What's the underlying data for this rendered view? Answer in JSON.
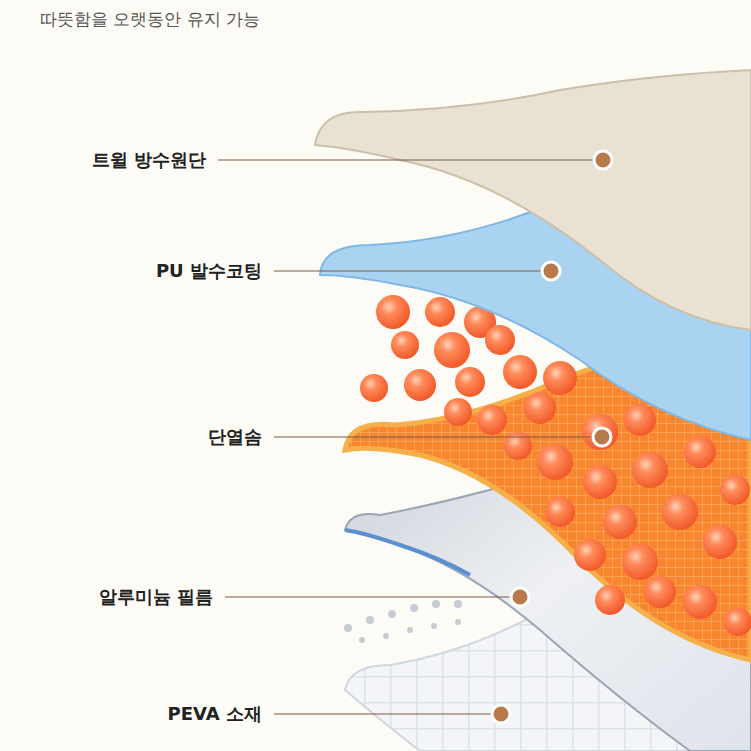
{
  "diagram": {
    "title": "따뜻함을 오랫동안 유지 가능",
    "labels": [
      "트윌 방수원단",
      "PU 발수코팅",
      "단열솜",
      "알루미늄 필름",
      "PEVA 소재"
    ]
  }
}
